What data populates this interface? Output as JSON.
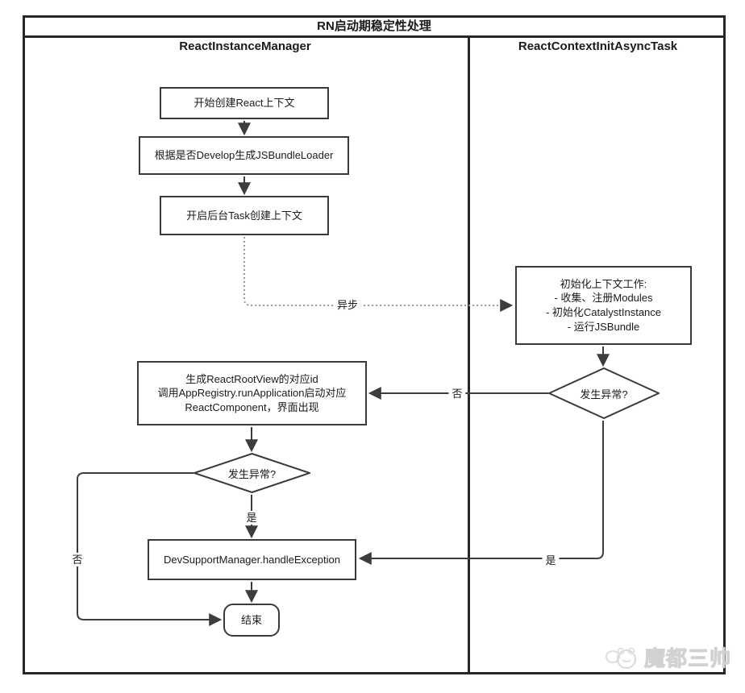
{
  "diagram": {
    "title": "RN启动期稳定性处理",
    "lanes": {
      "left": "ReactInstanceManager",
      "right": "ReactContextInitAsyncTask"
    },
    "nodes": {
      "start_create": "开始创建React上下文",
      "gen_loader": "根据是否Develop生成JSBundleLoader",
      "start_task": "开启后台Task创建上下文",
      "init_context": "初始化上下文工作:\n- 收集、注册Modules\n- 初始化CatalystInstance\n- 运行JSBundle",
      "exception_check_right": "发生异常?",
      "gen_rootview": "生成ReactRootView的对应id\n调用AppRegistry.runApplication启动对应\nReactComponent，界面出现",
      "exception_check_left": "发生异常?",
      "handle_exception": "DevSupportManager.handleException",
      "end": "结束"
    },
    "edge_labels": {
      "async": "异步",
      "no_from_right_diamond": "否",
      "yes_from_left_diamond": "是",
      "no_from_left_diamond": "否",
      "yes_from_right_diamond": "是"
    },
    "watermark": "魔都三帅",
    "colors": {
      "frame": "#262626",
      "node_border": "#3a3a3a",
      "line": "#3d3d3d",
      "dotted_line": "#999999",
      "text": "#1a1a1a",
      "background": "#ffffff",
      "watermark": "#d9d9d9"
    }
  }
}
